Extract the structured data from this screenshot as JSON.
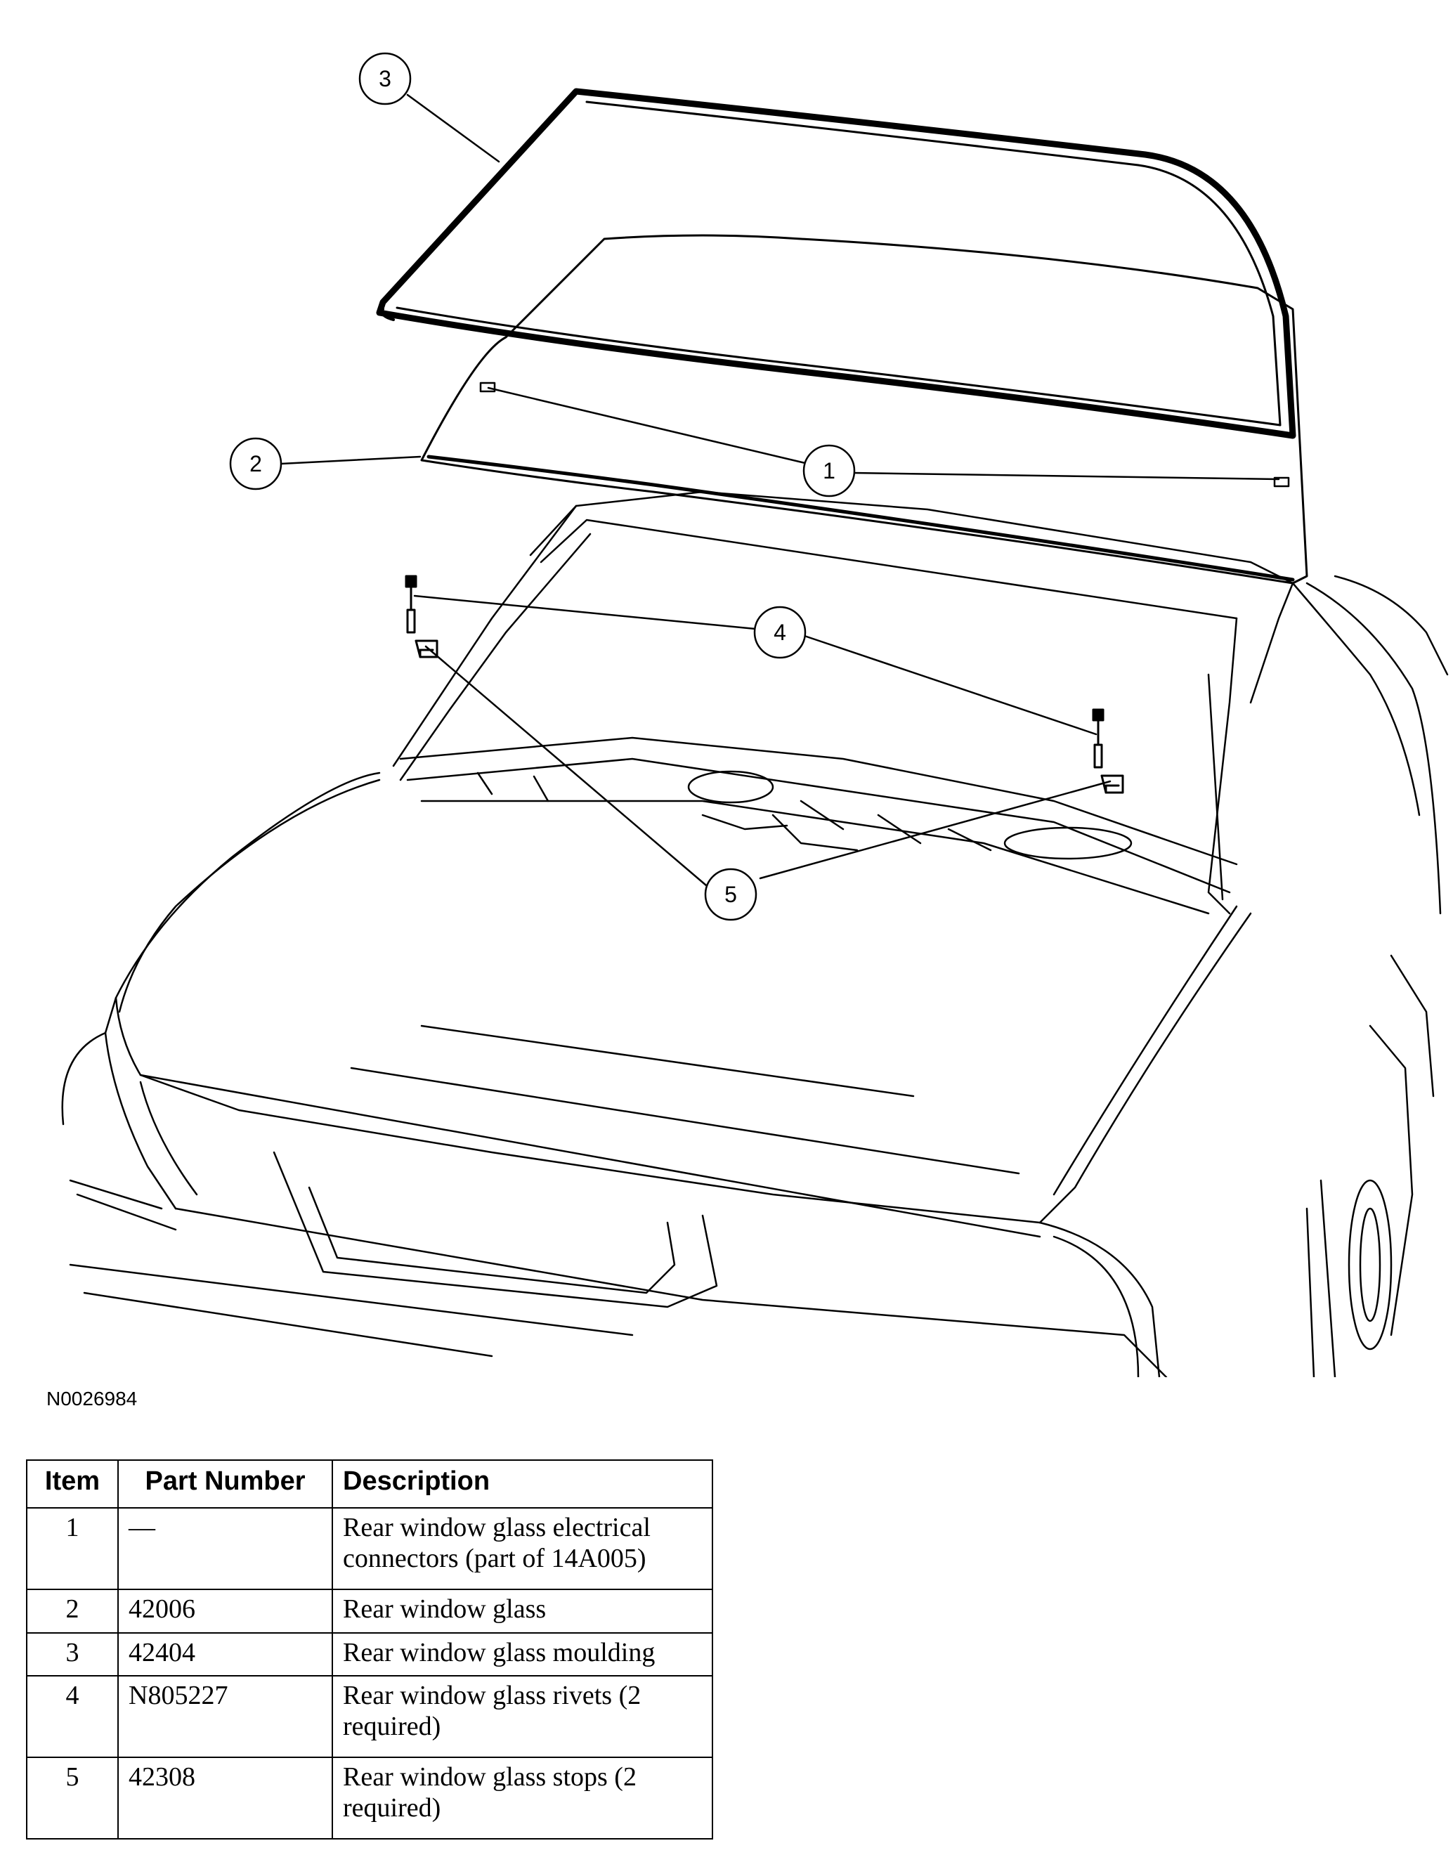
{
  "figure_id": "N0026984",
  "callouts": [
    {
      "number": "1"
    },
    {
      "number": "2"
    },
    {
      "number": "3"
    },
    {
      "number": "4"
    },
    {
      "number": "5"
    }
  ],
  "table": {
    "headers": {
      "item": "Item",
      "part_number": "Part Number",
      "description": "Description"
    },
    "rows": [
      {
        "item": "1",
        "part_number": "—",
        "description": "Rear window glass electrical connectors (part of 14A005)"
      },
      {
        "item": "2",
        "part_number": "42006",
        "description": "Rear window glass"
      },
      {
        "item": "3",
        "part_number": "42404",
        "description": "Rear window glass moulding"
      },
      {
        "item": "4",
        "part_number": "N805227",
        "description": "Rear window glass rivets (2 required)"
      },
      {
        "item": "5",
        "part_number": "42308",
        "description": "Rear window glass stops (2 required)"
      }
    ]
  }
}
